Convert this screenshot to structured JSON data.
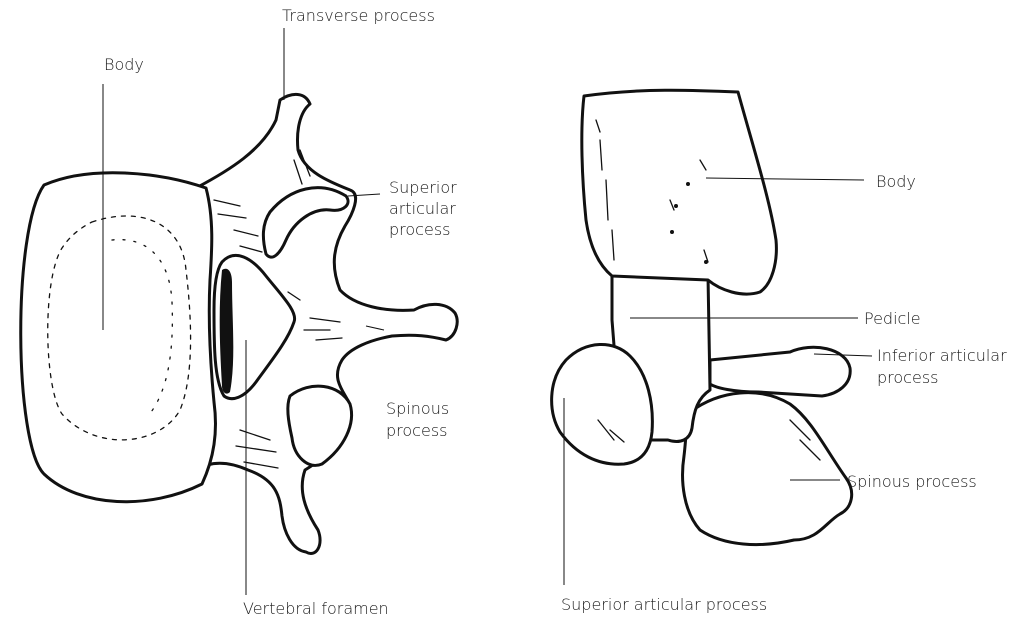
{
  "left_view": {
    "labels": {
      "body": "Body",
      "transverse": "Transverse process",
      "superior_articular": [
        "Superior",
        "articular",
        "process"
      ],
      "spinous": [
        "Spinous",
        "process"
      ],
      "vertebral_foramen": "Vertebral foramen"
    }
  },
  "right_view": {
    "labels": {
      "body": "Body",
      "pedicle": "Pedicle",
      "inferior_articular": [
        "Inferior articular",
        "process"
      ],
      "spinous": "Spinous process",
      "superior_articular": "Superior articular process"
    }
  }
}
